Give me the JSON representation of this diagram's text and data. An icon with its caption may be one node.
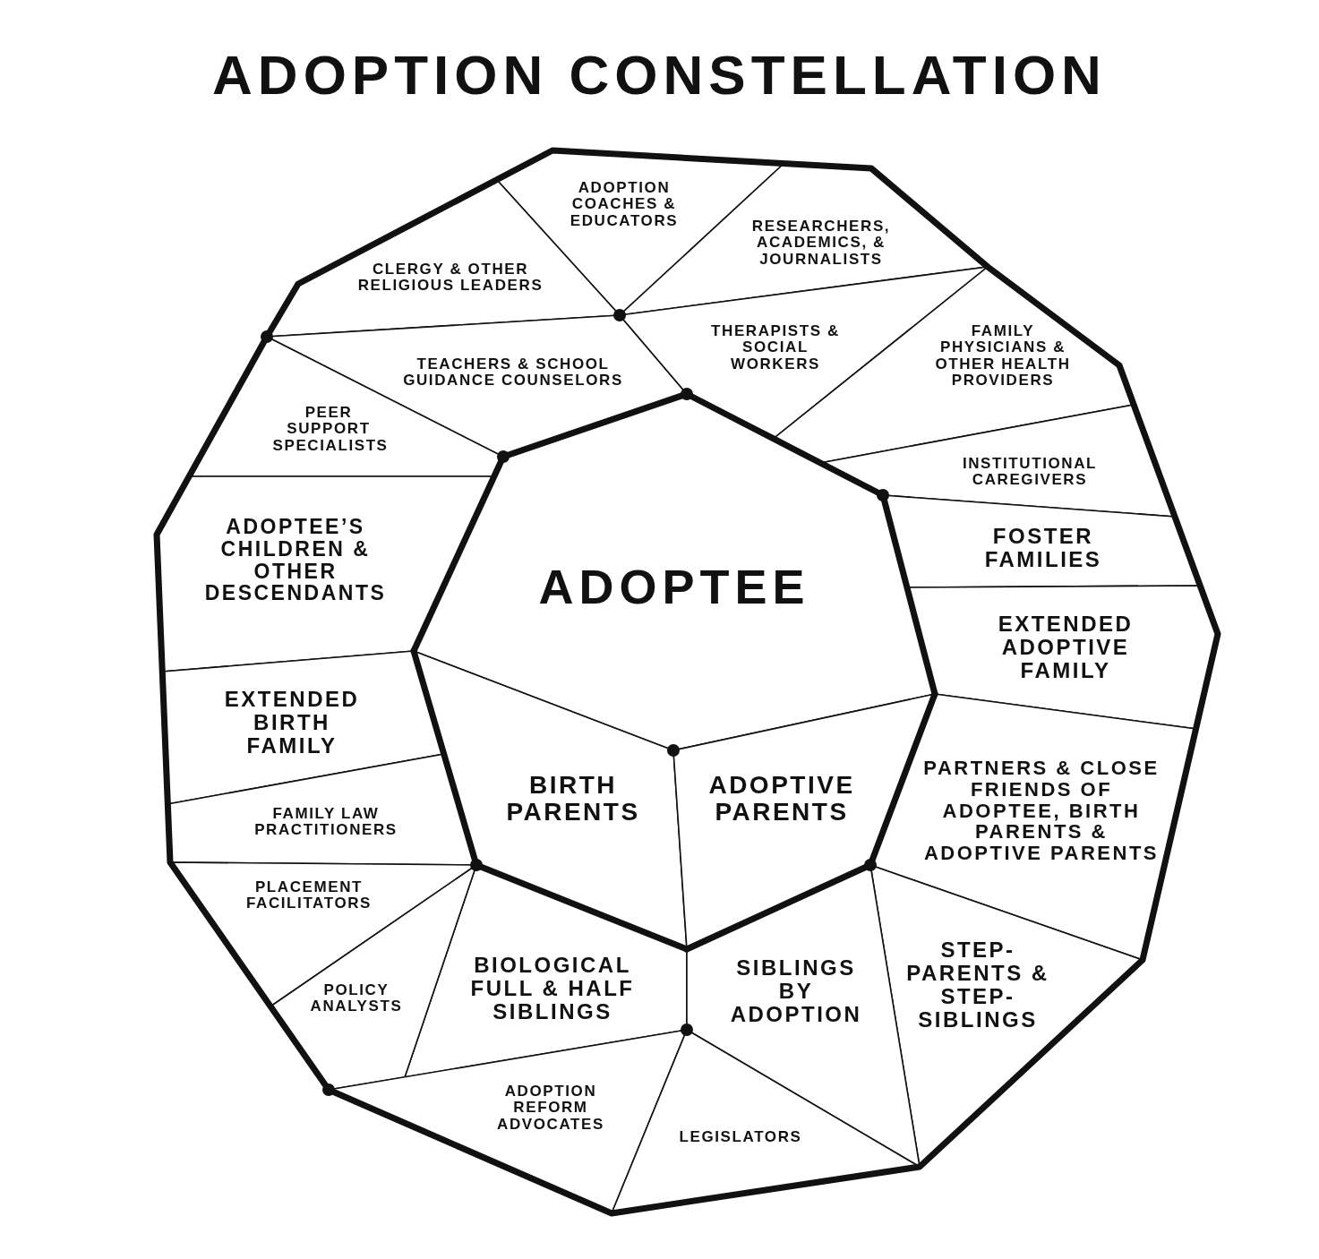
{
  "diagram": {
    "title": "ADOPTION CONSTELLATION",
    "nodes": [
      {
        "text": [
          "ADOPTION COACHES & EDUCATORS"
        ]
      },
      {
        "text": [
          "RESEARCHERS, ACADEMICS, & JOURNALISTS"
        ]
      },
      {
        "text": [
          "CLERGY & OTHER RELIGIOUS LEADERS"
        ]
      },
      {
        "text": [
          "TEACHERS & SCHOOL GUIDANCE COUNSELORS"
        ]
      },
      {
        "text": [
          "THERAPISTS & SOCIAL WORKERS"
        ]
      },
      {
        "text": [
          "FAMILY PHYSICIANS & OTHER HEALTH PROVIDERS"
        ]
      },
      {
        "text": [
          "PEER SUPPORT SPECIALISTS"
        ]
      },
      {
        "text": [
          "INSTITUTIONAL CAREGIVERS"
        ]
      },
      {
        "text": [
          "FOSTER FAMILIES"
        ]
      },
      {
        "text": [
          "ADOPTEE"
        ]
      },
      {
        "text": [
          "ADOPTEE’S CHILDREN & OTHER DESCENDANTS"
        ]
      },
      {
        "text": [
          "EXTENDED ADOPTIVE FAMILY"
        ]
      },
      {
        "text": [
          "EXTENDED BIRTH FAMILY"
        ]
      },
      {
        "text": [
          "PARTNERS & CLOSE FRIENDS OF ADOPTEE, BIRTH PARENTS & ADOPTIVE PARENTS"
        ]
      },
      {
        "text": [
          "BIRTH PARENTS"
        ]
      },
      {
        "text": [
          "ADOPTIVE PARENTS"
        ]
      },
      {
        "text": [
          "FAMILY LAW PRACTITIONERS"
        ]
      },
      {
        "text": [
          "PLACEMENT FACILITATORS"
        ]
      },
      {
        "text": [
          "STEP-PARENTS & STEP-SIBLINGS"
        ]
      },
      {
        "text": [
          "BIOLOGICAL FULL & HALF SIBLINGS"
        ]
      },
      {
        "text": [
          "SIBLINGS BY ADOPTION"
        ]
      },
      {
        "text": [
          "POLICY ANALYSTS"
        ]
      },
      {
        "text": [
          "ADOPTION REFORM ADVOCATES"
        ]
      },
      {
        "text": [
          "LEGISLATORS"
        ]
      }
    ]
  }
}
